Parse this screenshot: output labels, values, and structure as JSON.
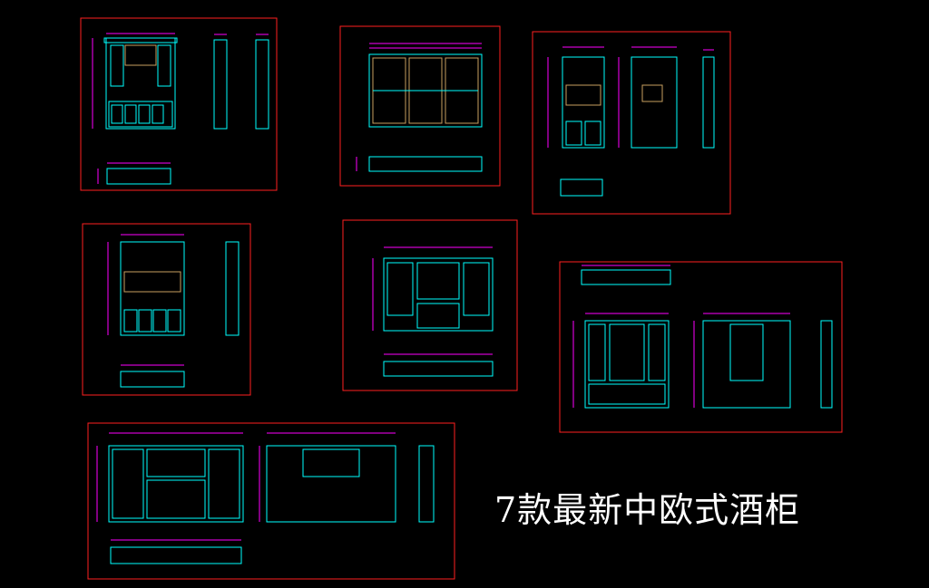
{
  "title": "7款最新中欧式酒柜",
  "colors": {
    "background": "#000000",
    "frame": "#ff2020",
    "cabinet": "#00ffff",
    "dimension": "#ff00ff",
    "lattice": "#c8a060",
    "text": "#ffffff",
    "caption": "#ffffff"
  },
  "sheets": [
    {
      "id": "sheet-1",
      "name": "drawing-sheet-1"
    },
    {
      "id": "sheet-2",
      "name": "drawing-sheet-2"
    },
    {
      "id": "sheet-3",
      "name": "drawing-sheet-3"
    },
    {
      "id": "sheet-4",
      "name": "drawing-sheet-4"
    },
    {
      "id": "sheet-5",
      "name": "drawing-sheet-5"
    },
    {
      "id": "sheet-6",
      "name": "drawing-sheet-6"
    },
    {
      "id": "sheet-7",
      "name": "drawing-sheet-7"
    }
  ]
}
